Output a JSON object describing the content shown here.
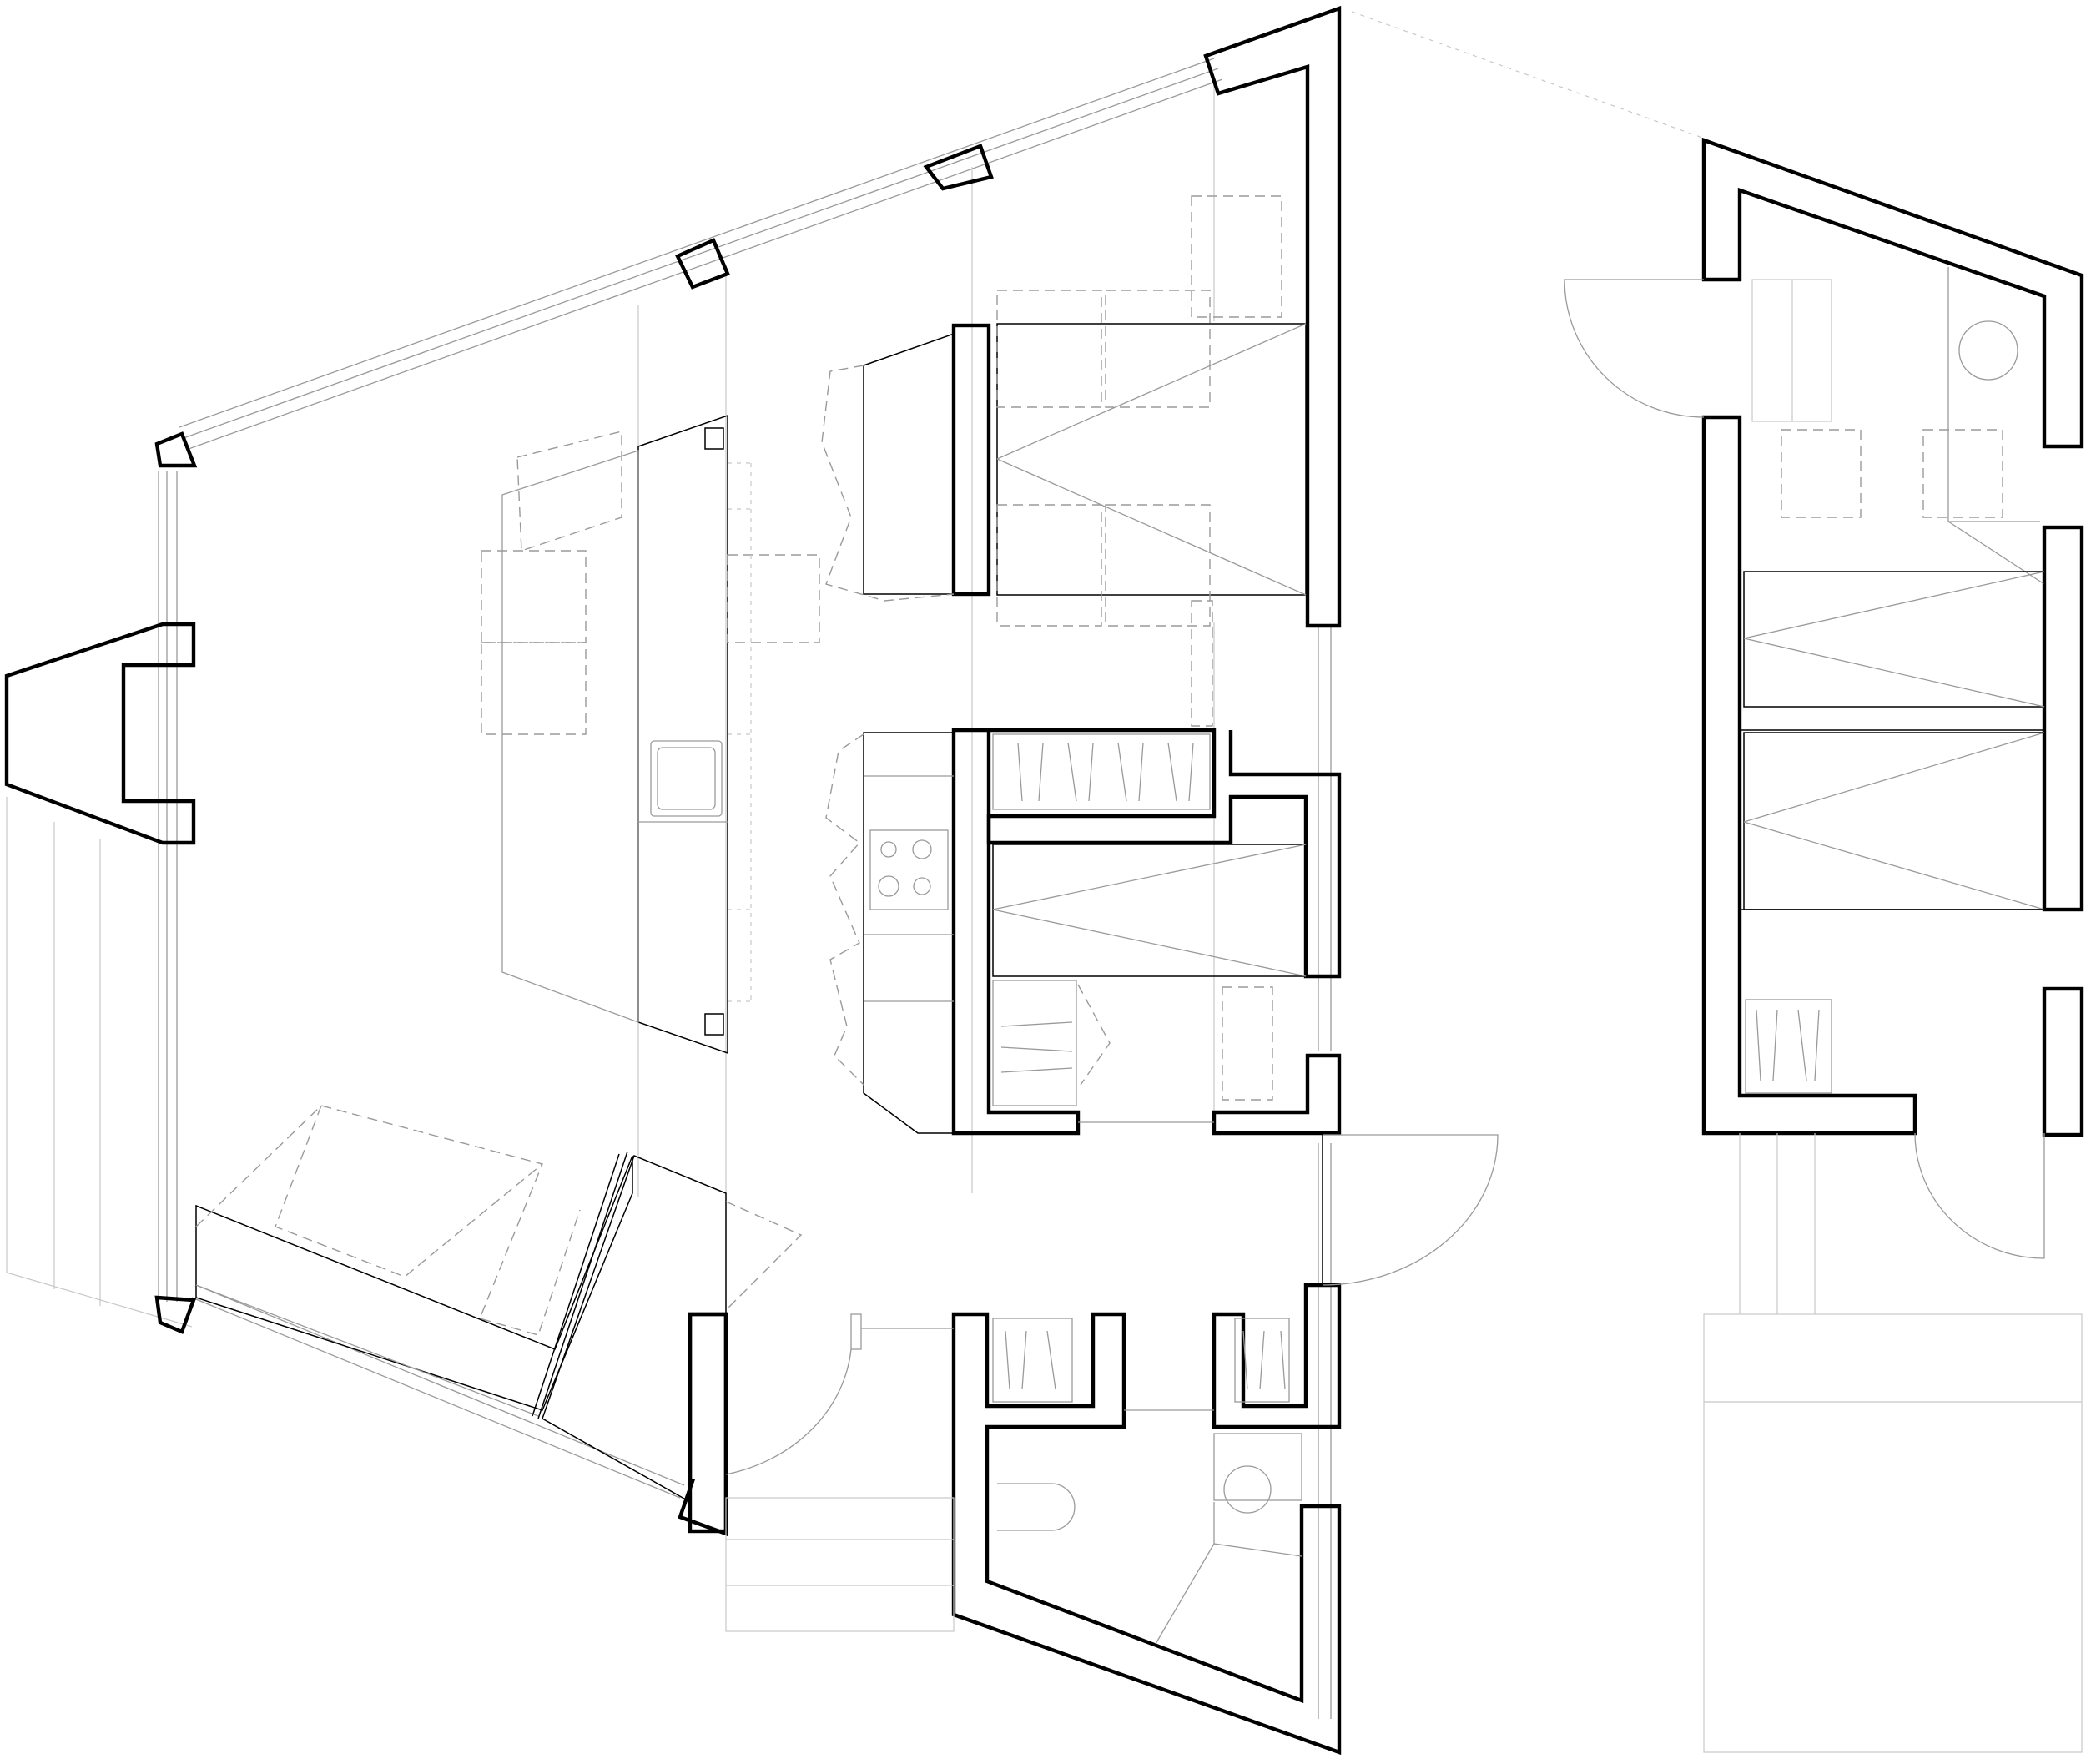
{
  "drawing": {
    "type": "floor-plan",
    "units": [
      "main-unit",
      "side-unit"
    ],
    "colors": {
      "wall": "#000000",
      "fixture": "#9a9a9a",
      "guide": "#c8c8c8",
      "background": "#ffffff"
    },
    "icons": [
      "door-swing-icon",
      "stove-hob-icon",
      "sink-icon",
      "toilet-icon",
      "basin-icon",
      "bed-icon",
      "stair-icon",
      "chair-icon"
    ]
  }
}
